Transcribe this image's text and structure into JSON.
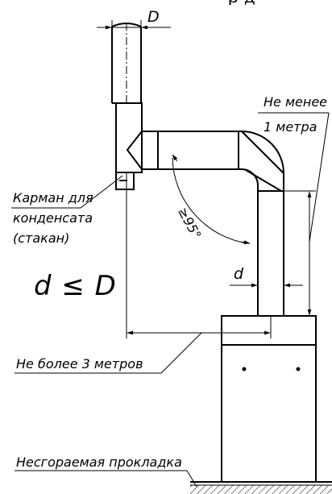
{
  "labels": {
    "top_caption": "р д",
    "dim_D": "D",
    "dim_d": "d",
    "not_less": "Не менее",
    "one_meter": "1 метра",
    "pocket_line1": "Карман для",
    "pocket_line2": "конденсата",
    "pocket_line3": "(стакан)",
    "formula": "d ≤ D",
    "angle": "≥95°",
    "not_more": "Не более 3 метров",
    "pad": "Несгораемая прокладка"
  },
  "colors": {
    "ink": "#000000",
    "paper": "#ffffff"
  }
}
